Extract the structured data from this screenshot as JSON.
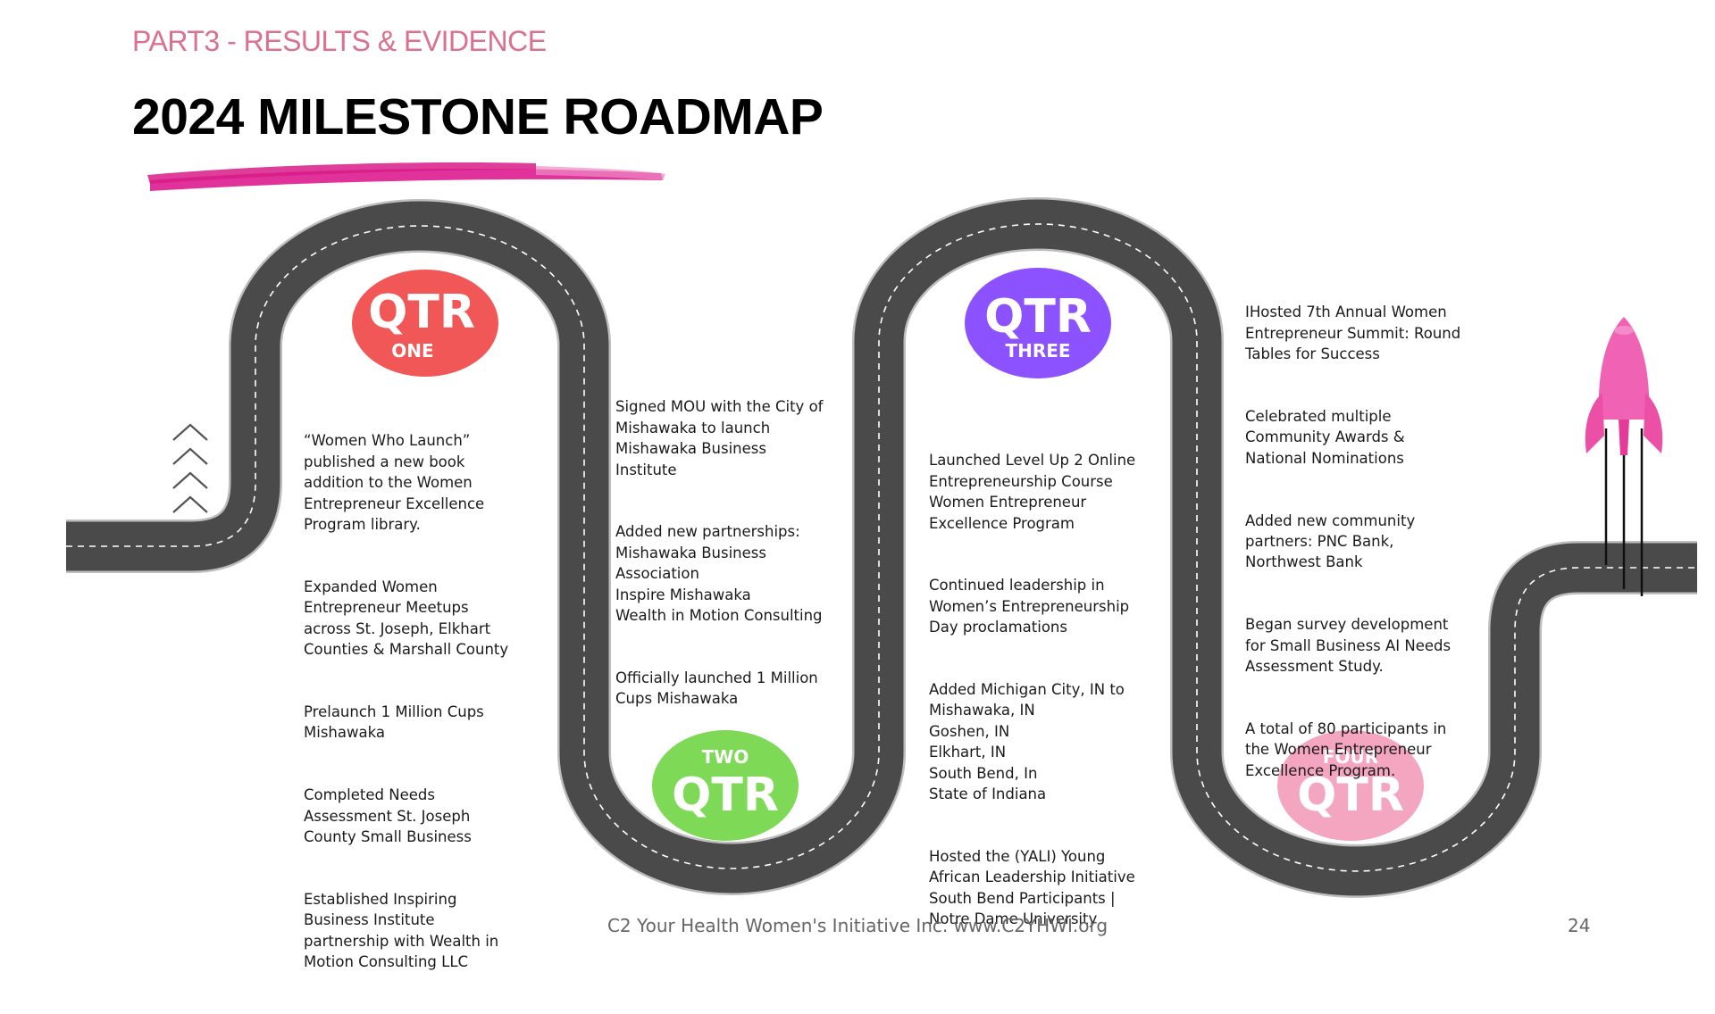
{
  "header": {
    "section": "PART3 - RESULTS & EVIDENCE",
    "title": "2024 MILESTONE ROADMAP"
  },
  "quarters": [
    {
      "badge_main": "QTR",
      "badge_sub": "ONE",
      "color": "#f25757",
      "items": [
        "“Women Who Launch”\npublished a new book\naddition to the Women\nEntrepreneur Excellence\nProgram library.",
        "Expanded Women\nEntrepreneur Meetups\nacross St. Joseph,  Elkhart\nCounties & Marshall County",
        "Prelaunch 1 Million Cups\nMishawaka",
        "Completed Needs\nAssessment St. Joseph\nCounty Small Business",
        "Established Inspiring\nBusiness Institute\npartnership with Wealth in\nMotion Consulting LLC"
      ]
    },
    {
      "badge_main": "QTR",
      "badge_sub": "TWO",
      "color": "#7ed957",
      "items": [
        "Signed MOU with the City of\nMishawaka to launch\nMishawaka Business\nInstitute",
        "Added new partnerships:\nMishawaka Business\nAssociation\nInspire Mishawaka\nWealth in Motion Consulting",
        "Officially launched 1 Million\nCups Mishawaka"
      ]
    },
    {
      "badge_main": "QTR",
      "badge_sub": "THREE",
      "color": "#8c52ff",
      "items": [
        "Launched Level Up 2 Online\nEntrepreneurship Course\nWomen Entrepreneur\nExcellence Program",
        "Continued leadership in\nWomen’s Entrepreneurship\nDay proclamations",
        "Added Michigan City, IN to\nMishawaka, IN\nGoshen, IN\nElkhart, IN\nSouth Bend, In\nState of Indiana",
        "Hosted the (YALI) Young\nAfrican Leadership Initiative\nSouth Bend Participants |\nNotre Dame University"
      ]
    },
    {
      "badge_main": "QTR",
      "badge_sub": "FOUR",
      "color": "#f4a6c0",
      "items": [
        "IHosted 7th Annual Women\nEntrepreneur Summit: Round\nTables for Success",
        "Celebrated multiple\nCommunity Awards &\nNational Nominations",
        "Added new community\npartners: PNC Bank,\nNorthwest Bank",
        "Began survey development\nfor Small Business AI Needs\nAssessment Study.",
        "A total of 80 participants in\nthe Women Entrepreneur\nExcellence Program."
      ]
    }
  ],
  "footer": {
    "text": "C2 Your Health Women's Initiative Inc. www.C2YHWI.org",
    "page_number": "24"
  },
  "icons": {
    "chevrons": "chevron-up-stack-icon",
    "rocket": "rocket-icon",
    "brush": "brush-stroke"
  }
}
